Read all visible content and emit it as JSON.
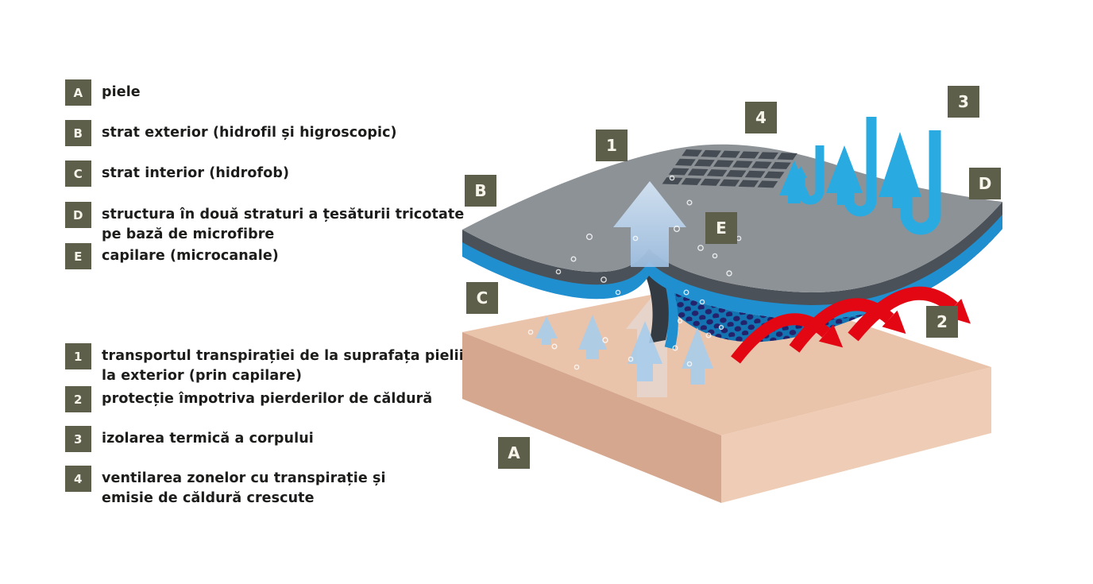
{
  "title": "functional fabric layers diagram",
  "colors": {
    "badge": "#5d5f4a",
    "badge_text": "#f7f4ea",
    "text": "#1c1c1a",
    "fabric": "#8d9297",
    "fabric_edge": "#4b5158",
    "blue": "#1f8fd0",
    "pocket": "#1474b2",
    "dots": "#23226a",
    "skin": "#eac3ab",
    "skin_dark": "#d5a78e",
    "skin_light": "#eeccb5",
    "lightblue": "#a9cdec",
    "red": "#e30613",
    "cyan": "#29abe2"
  },
  "legend": {
    "letters": [
      {
        "key": "A",
        "label": "piele"
      },
      {
        "key": "B",
        "label": "strat exterior (hidrofil și higroscopic)"
      },
      {
        "key": "C",
        "label": "strat interior (hidrofob)"
      },
      {
        "key": "D",
        "label": "structura în două straturi a țesăturii tricotate\npe bază de microfibre"
      },
      {
        "key": "E",
        "label": "capilare (microcanale)"
      }
    ],
    "numbers": [
      {
        "key": "1",
        "label": "transportul transpirației de la suprafața pielii\nla exterior (prin capilare)"
      },
      {
        "key": "2",
        "label": "protecție împotriva pierderilor de căldură"
      },
      {
        "key": "3",
        "label": "izolarea termică a corpului"
      },
      {
        "key": "4",
        "label": "ventilarea zonelor cu transpirație și\nemisie de căldură crescute"
      }
    ]
  },
  "diagram": {
    "markers": [
      {
        "key": "1"
      },
      {
        "key": "4"
      },
      {
        "key": "3"
      },
      {
        "key": "B"
      },
      {
        "key": "D"
      },
      {
        "key": "E"
      },
      {
        "key": "C"
      },
      {
        "key": "2"
      },
      {
        "key": "A"
      }
    ]
  }
}
